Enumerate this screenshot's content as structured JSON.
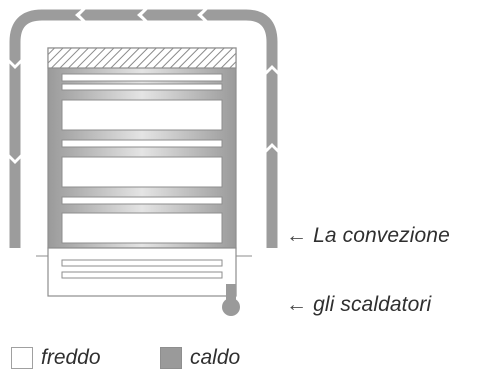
{
  "labels": {
    "convection": "La convezione",
    "heaters": "gli scaldatori",
    "arrow_symbol": "←"
  },
  "legend": {
    "cold": "freddo",
    "hot": "caldo"
  },
  "colors": {
    "hot": "#9a9a9a",
    "cold": "#ffffff",
    "outline": "#8a8a8a"
  },
  "icons": {
    "convection_arrow": "convection-flow-arrow-icon",
    "label_arrow": "left-arrow-icon"
  }
}
